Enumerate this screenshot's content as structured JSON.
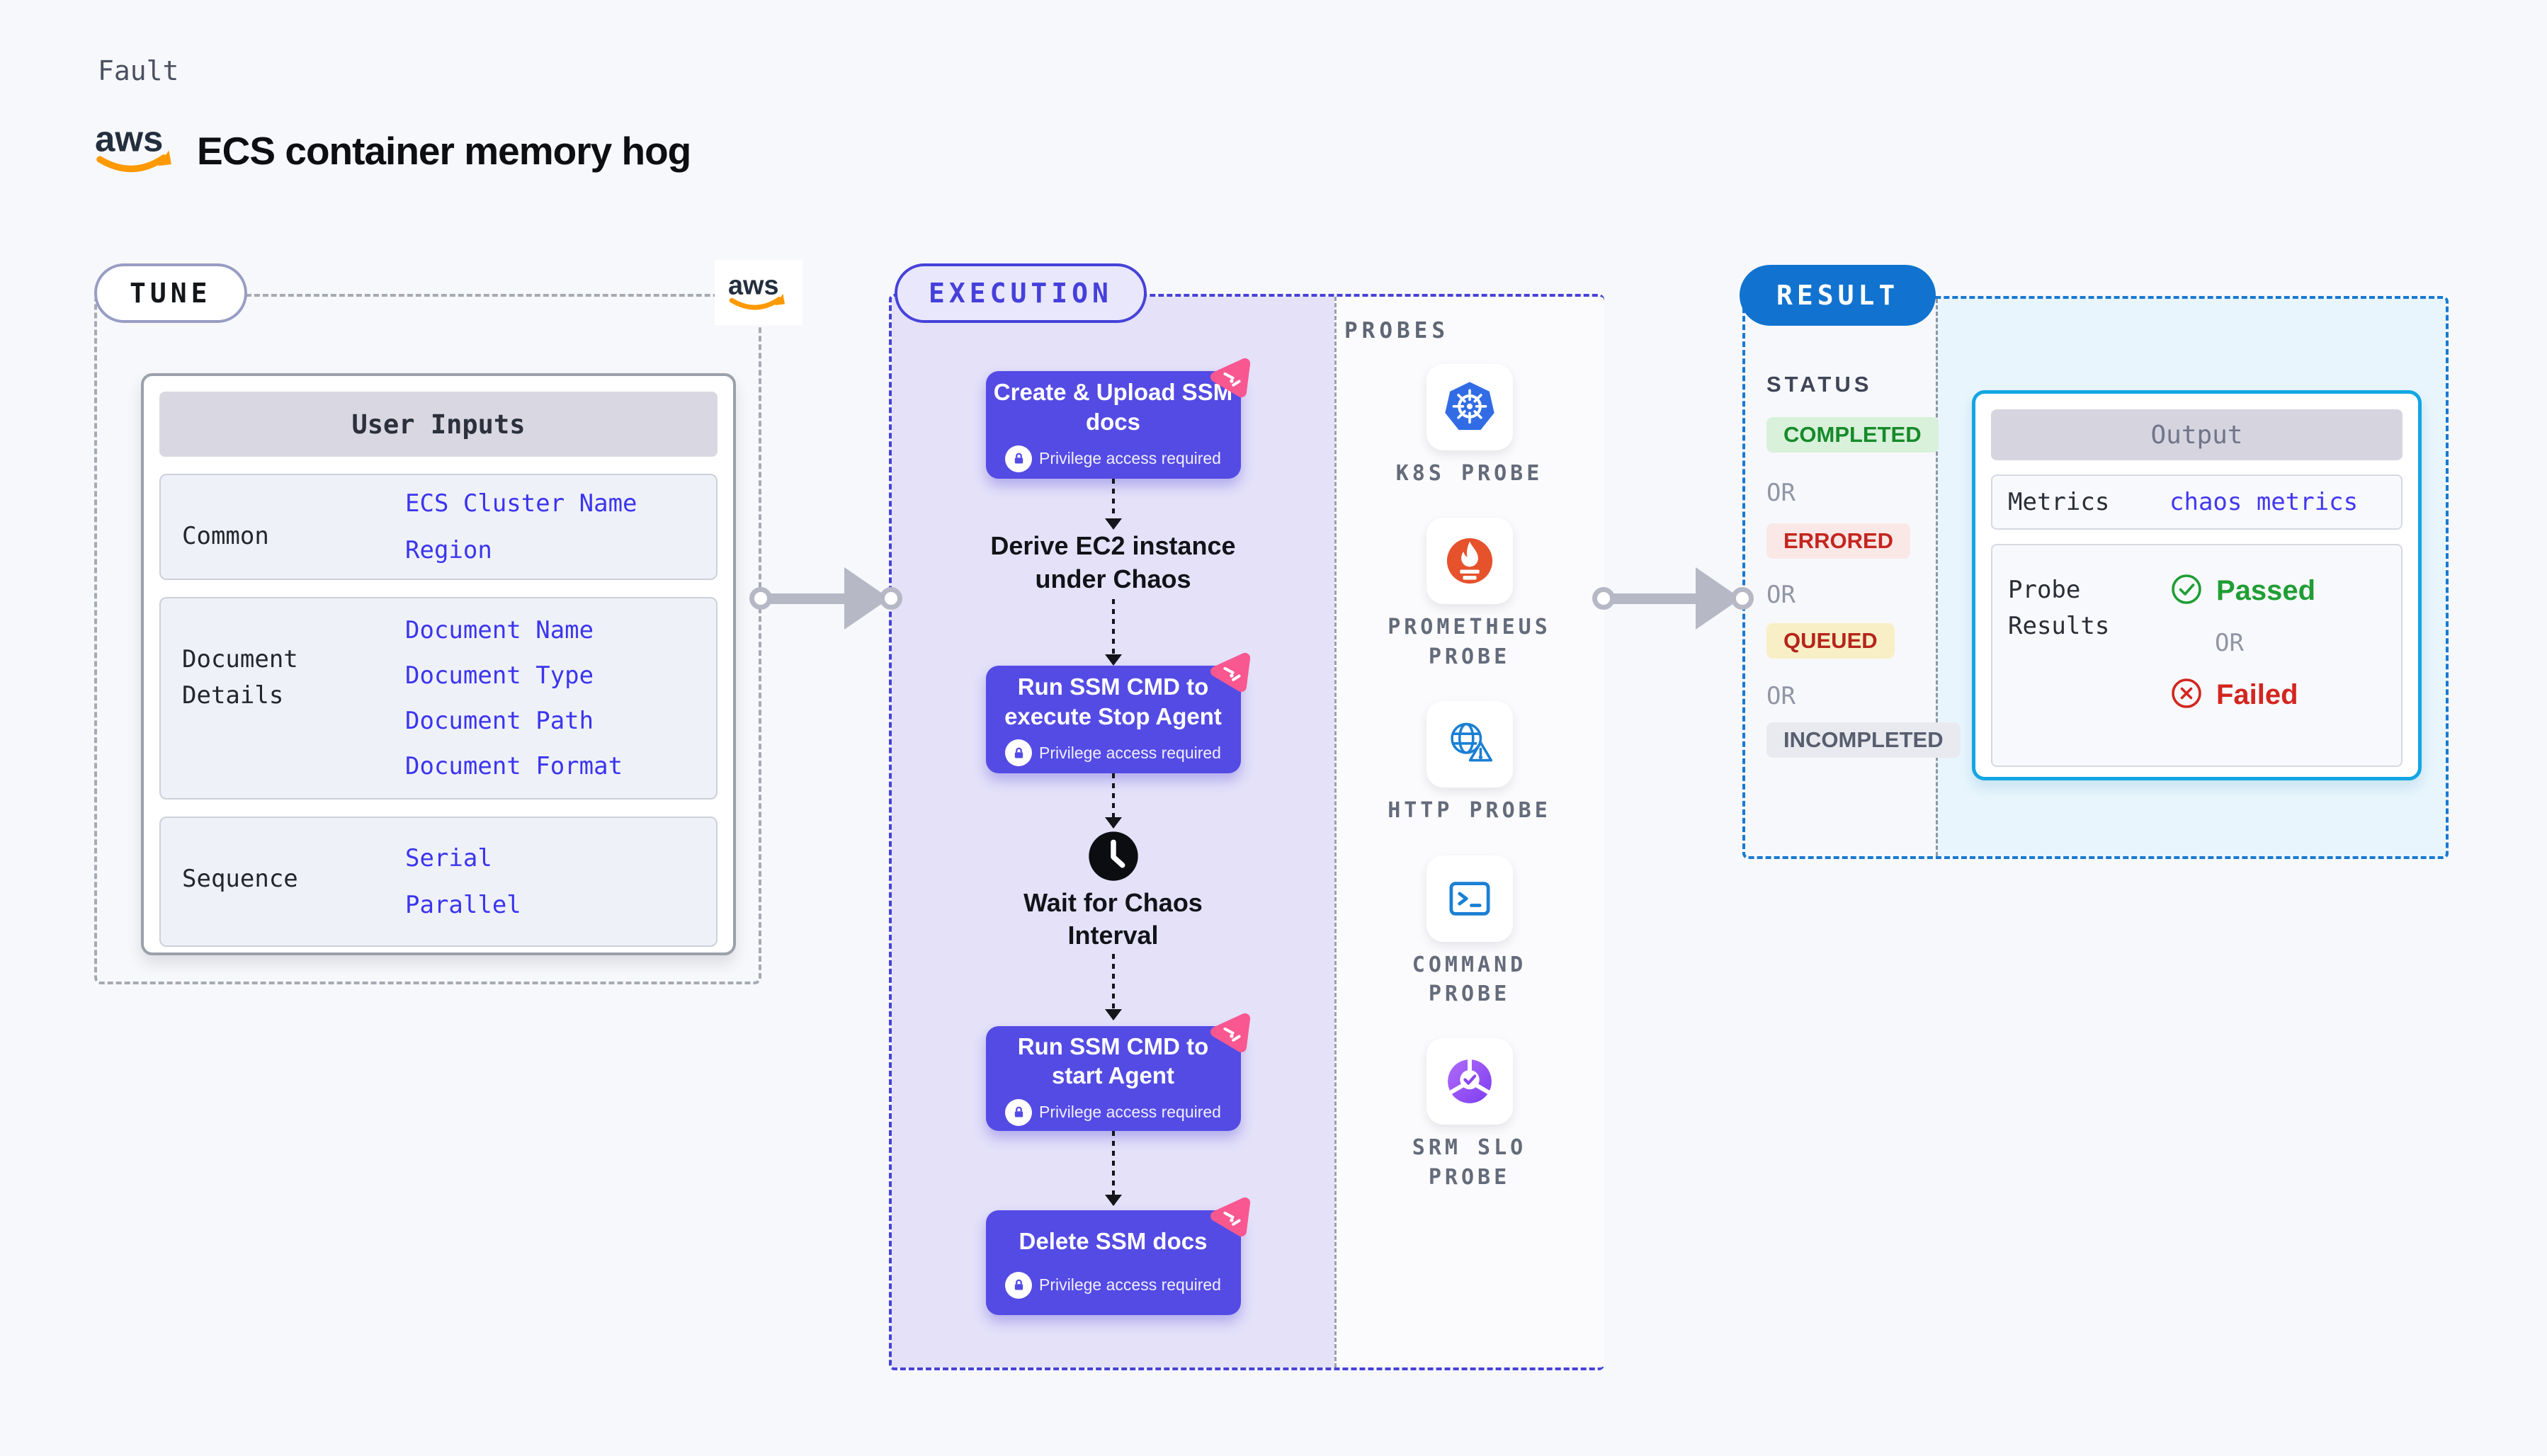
{
  "header": {
    "fault_label": "Fault",
    "aws_logo_text": "aws",
    "title": "ECS container memory hog"
  },
  "tune": {
    "badge": "TUNE",
    "aws_logo_text": "aws",
    "table": {
      "title": "User Inputs",
      "rows": [
        {
          "label": "Common",
          "values": [
            "ECS Cluster Name",
            "Region"
          ]
        },
        {
          "label": "Document Details",
          "values": [
            "Document Name",
            "Document Type",
            "Document Path",
            "Document Format"
          ]
        },
        {
          "label": "Sequence",
          "values": [
            "Serial",
            "Parallel"
          ]
        }
      ]
    }
  },
  "execution": {
    "badge": "EXECUTION",
    "privilege_label": "Privilege access required",
    "steps": [
      {
        "label": "Create & Upload SSM docs",
        "privileged": true,
        "icon": "chaos-badge-icon"
      },
      {
        "label": "Derive EC2 instance under Chaos",
        "privileged": false
      },
      {
        "label": "Run SSM CMD to execute Stop Agent",
        "privileged": true,
        "icon": "chaos-badge-icon"
      },
      {
        "label": "Wait for Chaos Interval",
        "privileged": false,
        "icon": "clock-icon"
      },
      {
        "label": "Run SSM CMD to start Agent",
        "privileged": true,
        "icon": "chaos-badge-icon"
      },
      {
        "label": "Delete SSM docs",
        "privileged": true,
        "icon": "chaos-badge-icon"
      }
    ]
  },
  "probes": {
    "section_label": "PROBES",
    "items": [
      {
        "label": "K8S PROBE",
        "icon": "kubernetes-icon"
      },
      {
        "label": "PROMETHEUS PROBE",
        "icon": "prometheus-icon"
      },
      {
        "label": "HTTP PROBE",
        "icon": "http-globe-warning-icon"
      },
      {
        "label": "COMMAND PROBE",
        "icon": "terminal-icon"
      },
      {
        "label": "SRM SLO PROBE",
        "icon": "srm-slo-gauge-icon"
      }
    ]
  },
  "result": {
    "badge": "RESULT",
    "status_label": "STATUS",
    "or_label": "OR",
    "statuses": [
      {
        "label": "COMPLETED",
        "color": "#178a2b",
        "bg": "#d9f1da"
      },
      {
        "label": "ERRORED",
        "color": "#c3261f",
        "bg": "#fae8e7"
      },
      {
        "label": "QUEUED",
        "color": "#b5251c",
        "bg": "#f9efc6"
      },
      {
        "label": "INCOMPLETED",
        "color": "#575e6e",
        "bg": "#e9eaf0"
      }
    ],
    "output": {
      "title": "Output",
      "metrics_label": "Metrics",
      "metrics_value": "chaos metrics",
      "probe_results_label": "Probe Results",
      "or_label": "OR",
      "passed_label": "Passed",
      "failed_label": "Failed"
    }
  },
  "colors": {
    "page_bg": "#f7f8fb",
    "step_box_purple": "#544be4",
    "execution_accent": "#4642d8",
    "execution_bg": "#e4e1f9",
    "link_blue": "#3b35ee",
    "result_accent": "#1173cf",
    "result_border_blue": "#1879d2",
    "result_bg": "#e8f5fc",
    "output_border_cyan": "#13a6e2",
    "pink_badge": "#f9578f",
    "passed_green": "#1f9e34",
    "failed_red": "#d2261f",
    "aws_orange": "#ff9900",
    "kubernetes_blue": "#326ce5",
    "prometheus_orange": "#e6522c",
    "probe_icon_blue": "#1a7fd4",
    "srm_purple": "#8b46f2",
    "arrow_gray": "#b6b8c6"
  }
}
